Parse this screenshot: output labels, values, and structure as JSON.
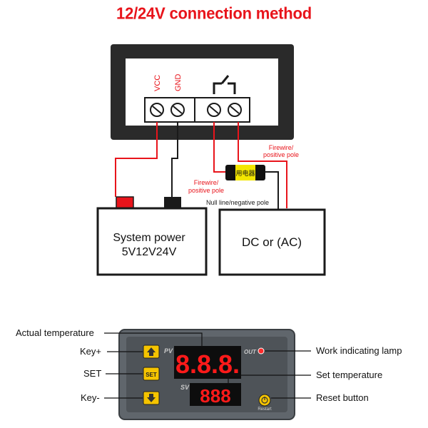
{
  "title": "12/24V connection method",
  "wiring": {
    "terminal_labels": {
      "vcc": "VCC",
      "gnd": "GND"
    },
    "load_label": "用电器",
    "firewire_right": [
      "Firewire/",
      "positive pole"
    ],
    "firewire_left": [
      "Firewire/",
      "positive pole"
    ],
    "null_line": "Null line/negative pole",
    "system_power": [
      "System power",
      "5V12V24V"
    ],
    "dc_ac": "DC or (AC)"
  },
  "device": {
    "pv_label": "PV",
    "sv_label": "SV",
    "out_label": "OUT",
    "set_key": "SET",
    "restart_label": "Restart",
    "pv_display": "8.8.8.",
    "sv_display": "888"
  },
  "callouts": {
    "actual_temperature": "Actual temperature",
    "key_plus": "Key+",
    "set": "SET",
    "key_minus": "Key-",
    "work_lamp": "Work indicating lamp",
    "set_temperature": "Set temperature",
    "reset_button": "Reset button"
  },
  "colors": {
    "title": "#e8141b",
    "red_wire": "#e8141b",
    "display_red": "#ff1a1a",
    "key_yellow": "#f5c400",
    "panel_gray": "#5a6066"
  }
}
